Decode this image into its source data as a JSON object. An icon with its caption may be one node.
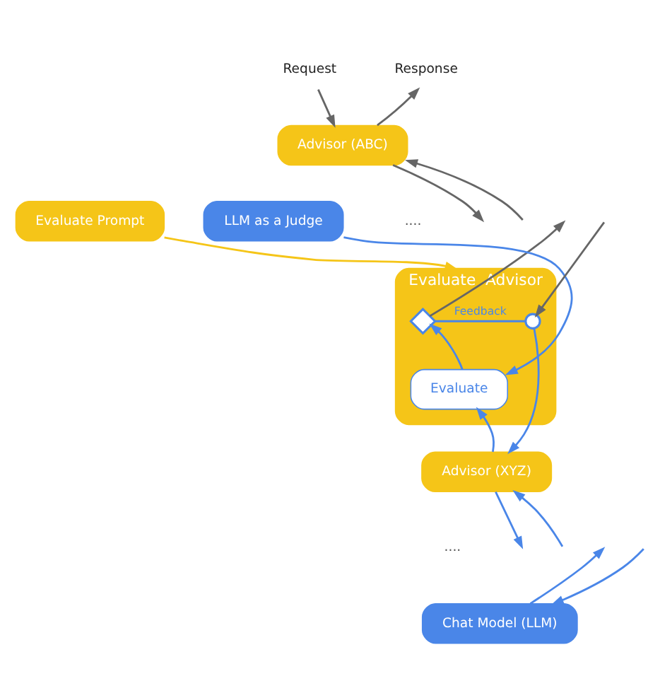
{
  "diagram": {
    "nodes": [
      {
        "text": [
          "Request"
        ]
      },
      {
        "text": [
          "Response"
        ]
      },
      {
        "text": [
          "Advisor (ABC)"
        ]
      },
      {
        "text": [
          "Evaluate  Advisor"
        ]
      },
      {
        "text": [],
        "shape": "circle",
        "in": 3
      },
      {
        "text": [],
        "shape": "diamond",
        "in": 3
      },
      {
        "text": [
          "Evaluate"
        ],
        "in": 3
      },
      {
        "text": [
          "Evaluate Prompt"
        ]
      },
      {
        "text": [
          "LLM as a Judge"
        ]
      },
      {
        "text": [
          "Advisor (XYZ)"
        ]
      },
      {
        "text": [
          "Chat Model (LLM)"
        ]
      }
    ],
    "edges": [
      {
        "from": 0,
        "to": 2,
        "arrow": "to",
        "color": "#666666"
      },
      {
        "from": 2,
        "to": 1,
        "arrow": "to",
        "color": "#666666"
      },
      {
        "from": null,
        "to": 2,
        "arrow": "to",
        "color": "#666666"
      },
      {
        "from": 2,
        "to": null,
        "arrow": "to",
        "color": "#666666"
      },
      {
        "from": null,
        "to": 4,
        "arrow": "to",
        "color": "#666666"
      },
      {
        "from": 5,
        "to": null,
        "arrow": "to",
        "color": "#666666"
      },
      {
        "from": 5,
        "to": 4,
        "arrow": "none",
        "label": "Feedback"
      },
      {
        "from": 4,
        "to": 9,
        "arrow": "to"
      },
      {
        "from": 9,
        "to": 6,
        "arrow": "to"
      },
      {
        "from": 6,
        "to": 5,
        "arrow": "to"
      },
      {
        "from": 8,
        "to": 6,
        "arrow": "to"
      },
      {
        "from": 7,
        "to": 3,
        "arrow": "to",
        "color": "#f5c518"
      },
      {
        "from": null,
        "to": 9,
        "arrow": "to"
      },
      {
        "from": 9,
        "to": null,
        "arrow": "to"
      },
      {
        "from": null,
        "to": 10,
        "arrow": "to"
      },
      {
        "from": 10,
        "to": null,
        "arrow": "to"
      }
    ],
    "labels": [
      "....",
      "...."
    ]
  }
}
